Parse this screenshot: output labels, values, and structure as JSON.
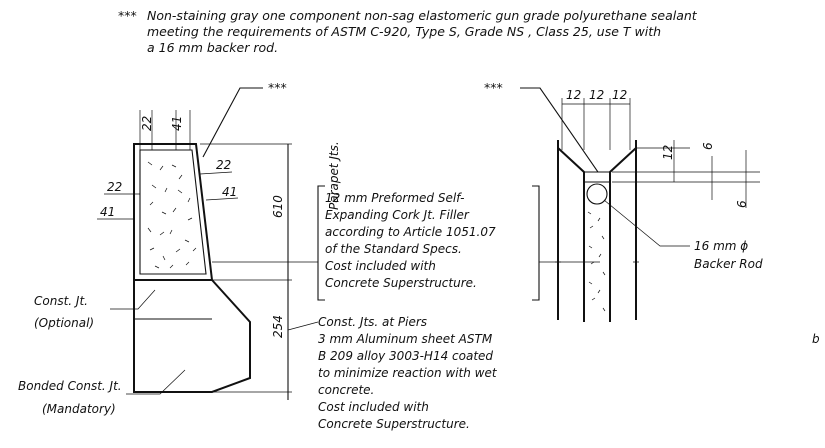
{
  "note": {
    "marker": "***",
    "line1": "Non-staining gray one component non-sag elastomeric gun grade polyurethane sealant",
    "line2": "meeting the requirements of ASTM C-920, Type S, Grade NS , Class 25, use T with",
    "line3": "a 16 mm backer rod."
  },
  "left_detail": {
    "marker": "***",
    "dims": {
      "d22_top": "22",
      "d41_top": "41",
      "d22_right": "22",
      "d41_right": "41",
      "d22_left": "22",
      "d41_left": "41",
      "d610": "610",
      "d254": "254"
    },
    "parapet_label": "Parapet Jts.",
    "const_jt": "Const. Jt.",
    "optional": "(Optional)",
    "bonded": "Bonded Const. Jt.",
    "mandatory": "(Mandatory)"
  },
  "filler_note": [
    "12 mm Preformed Self-",
    "Expanding Cork Jt. Filler",
    "according to Article 1051.07",
    "of the Standard Specs.",
    "Cost included with",
    "Concrete Superstructure."
  ],
  "pier_note": [
    "Const. Jts. at Piers",
    "3 mm Aluminum sheet ASTM",
    "B 209 alloy 3003-H14 coated",
    "to minimize reaction with wet",
    "concrete.",
    "Cost included with",
    "Concrete Superstructure."
  ],
  "right_detail": {
    "marker": "***",
    "top_dims": [
      "12",
      "12",
      "12"
    ],
    "d12_side": "12",
    "d6_a": "6",
    "d6_b": "6",
    "rod_line1": "16 mm ϕ",
    "rod_line2": "Backer Rod"
  },
  "cut_text": "b"
}
